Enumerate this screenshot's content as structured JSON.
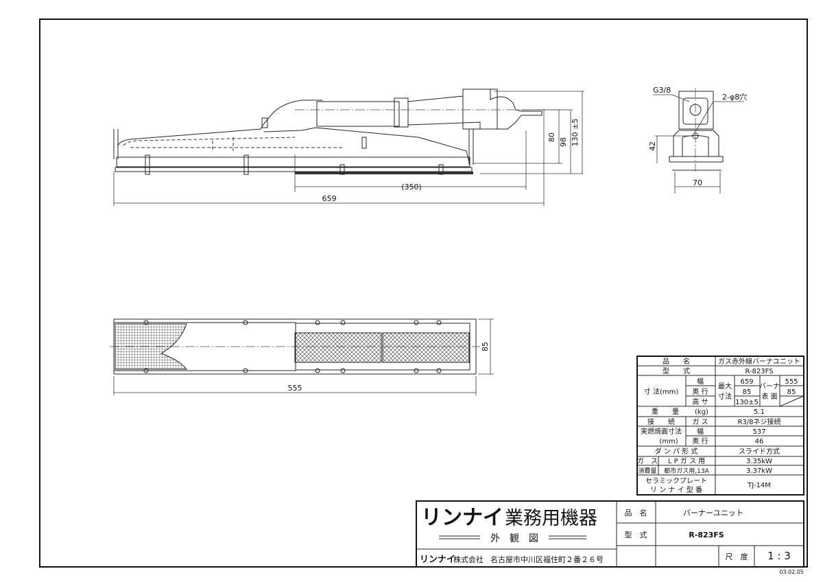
{
  "drawing": {
    "side_view": {
      "dim_length": "659",
      "dim_burner": "(350)",
      "dim_80": "80",
      "dim_98": "98",
      "dim_height": "130 ±5"
    },
    "end_view": {
      "label_thread": "G3/8",
      "label_holes": "2-φ8穴",
      "dim_42": "42",
      "dim_70": "70"
    },
    "plan_view": {
      "dim_length": "555",
      "dim_depth": "85"
    }
  },
  "spec_table": {
    "rows": {
      "name_label": "品　　名",
      "name_value": "ガス赤外線バーナユニット",
      "model_label": "型　　式",
      "model_value": "R-823FS",
      "dims_label": "寸 法(mm)",
      "width_label": "幅",
      "depth_label": "奥 行",
      "height_label": "高 サ",
      "max_label_1": "最大",
      "max_label_2": "寸法",
      "max_width": "659",
      "max_depth": "85",
      "max_height": "130±5",
      "burner_label_1": "バーナ",
      "burner_label_2": "表 面",
      "burner_width": "555",
      "burner_depth": "85",
      "weight_label": "重　　量",
      "weight_unit": "(kg)",
      "weight_value": "5.1",
      "conn_label": "接　　続",
      "conn_sub": "ガ ス",
      "conn_value": "R3/8ネジ接続",
      "face_label_1": "実燃焼面寸法",
      "face_label_2": "(mm)",
      "face_width_label": "幅",
      "face_depth_label": "奥 行",
      "face_width": "537",
      "face_depth": "46",
      "damper_label": "ダ ン パ 形 式",
      "damper_value": "スライド方式",
      "gas_label_1": "ガ　ス",
      "gas_label_2": "消費量",
      "lp_label": "L P ガ ス 用",
      "lp_value": "3.35kW",
      "city_label": "都市ガス用,13A",
      "city_value": "3.37kW",
      "plate_label_1": "セラミックプレート",
      "plate_label_2": "リ ン ナ イ 型 番",
      "plate_value": "TJ-14M"
    }
  },
  "title_block": {
    "brand": "リンナイ",
    "category": "業務用機器",
    "doc_type": "外　観　図",
    "company": "リンナイ",
    "company_suffix": "株式会社",
    "address": "名古屋市中川区福住町２番２６号",
    "name_label": "品　名",
    "name_value": "バーナーユニット",
    "model_label": "型　式",
    "model_value": "R-823FS",
    "scale_label": "尺　度",
    "scale_value": "1 : 3",
    "date": "03.02.05"
  }
}
